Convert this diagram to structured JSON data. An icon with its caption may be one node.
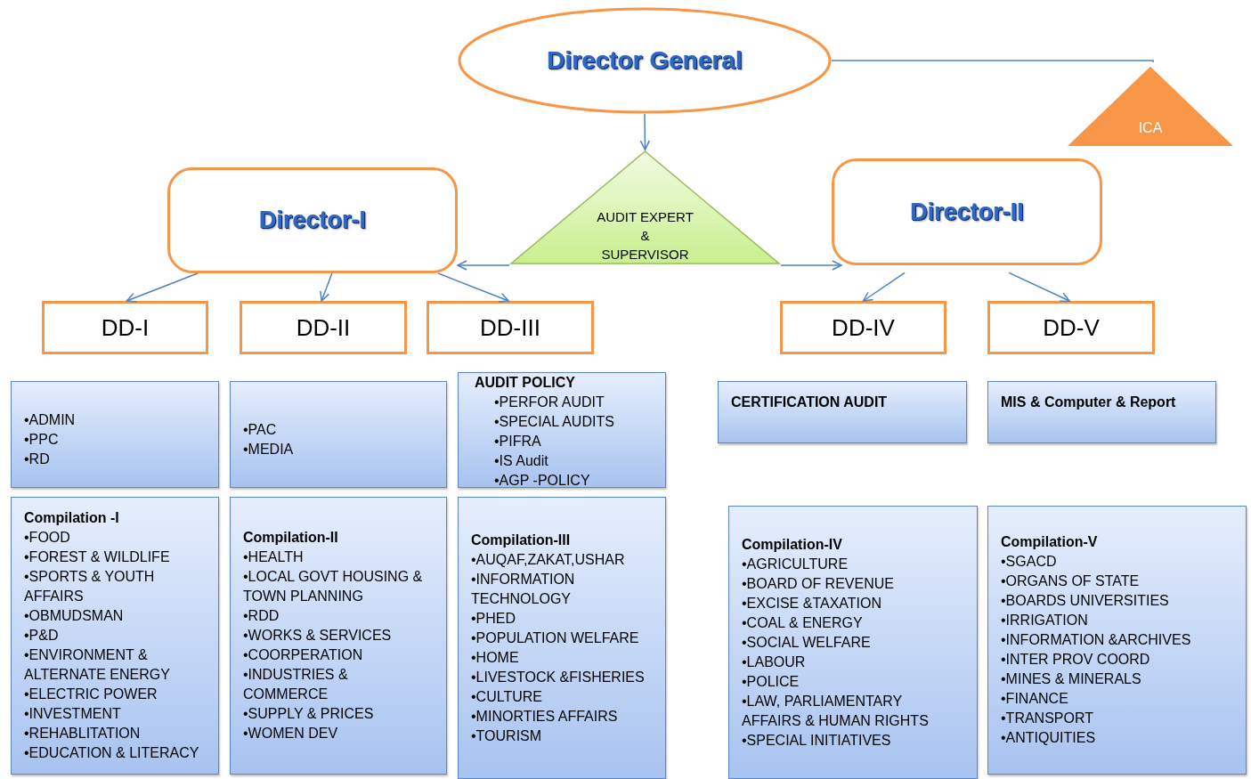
{
  "diagram": {
    "nodes": [
      {
        "text": [
          "Director General"
        ]
      },
      {
        "text": [
          "ICA"
        ]
      },
      {
        "text": [
          "AUDIT EXPERT & SUPERVISOR"
        ]
      },
      {
        "text": [
          "Director-I"
        ]
      },
      {
        "text": [
          "Director-II"
        ]
      },
      {
        "text": [
          "DD-I"
        ]
      },
      {
        "text": [
          "DD-II"
        ]
      },
      {
        "text": [
          "DD-III"
        ]
      },
      {
        "text": [
          "DD-IV"
        ]
      },
      {
        "text": [
          "DD-V"
        ]
      },
      {
        "text": [
          "•ADMIN",
          "•PPC",
          "•RD"
        ]
      },
      {
        "text": [
          "•PAC",
          "•MEDIA"
        ]
      },
      {
        "text": [
          "AUDIT  POLICY",
          "•PERFOR AUDIT",
          "•SPECIAL AUDITS",
          "•PIFRA",
          "•IS Audit",
          "•AGP -POLICY"
        ]
      },
      {
        "text": [
          "CERTIFICATION AUDIT"
        ]
      },
      {
        "text": [
          "MIS & Computer & Report"
        ]
      },
      {
        "text": [
          "Compilation -I",
          "•FOOD",
          "•FOREST & WILDLIFE",
          "•SPORTS & YOUTH AFFAIRS",
          "•OBMUDSMAN",
          "•P&D",
          "•ENVIRONMENT & ALTERNATE ENERGY",
          "•ELECTRIC POWER",
          "•INVESTMENT",
          "•REHABLITATION",
          "•EDUCATION & LITERACY"
        ]
      },
      {
        "text": [
          "Compilation-II",
          "•HEALTH",
          "•LOCAL GOVT HOUSING & TOWN PLANNING",
          "•RDD",
          "•WORKS & SERVICES",
          "•COORPERATION",
          "•INDUSTRIES & COMMERCE",
          "•SUPPLY & PRICES",
          "•WOMEN DEV"
        ]
      },
      {
        "text": [
          "Compilation-III",
          "•AUQAF,ZAKAT,USHAR",
          "•INFORMATION TECHNOLOGY",
          "•PHED",
          "•POPULATION WELFARE",
          "•HOME",
          "•LIVESTOCK &FISHERIES",
          "•CULTURE",
          "•MINORTIES AFFAIRS",
          "•TOURISM"
        ]
      },
      {
        "text": [
          "Compilation-IV",
          "•AGRICULTURE",
          "•BOARD OF REVENUE",
          "•EXCISE &TAXATION",
          "•COAL & ENERGY",
          "•SOCIAL WELFARE",
          "•LABOUR",
          "•POLICE",
          "•LAW, PARLIAMENTARY AFFAIRS & HUMAN RIGHTS",
          "•SPECIAL INITIATIVES"
        ]
      },
      {
        "text": [
          "Compilation-V",
          "•SGACD",
          "•ORGANS OF STATE",
          "•BOARDS UNIVERSITIES",
          "•IRRIGATION",
          "•INFORMATION &ARCHIVES",
          "•INTER PROV COORD",
          "•MINES & MINERALS",
          "•FINANCE",
          "•TRANSPORT",
          "•ANTIQUITIES"
        ]
      }
    ],
    "edges": [
      {
        "from": 0,
        "to": 2,
        "arrow": "to"
      },
      {
        "from": 0,
        "to": 1,
        "arrow": "none"
      },
      {
        "from": 2,
        "to": 3,
        "arrow": "to"
      },
      {
        "from": 2,
        "to": 4,
        "arrow": "to"
      },
      {
        "from": 3,
        "to": 5,
        "arrow": "to"
      },
      {
        "from": 3,
        "to": 6,
        "arrow": "to"
      },
      {
        "from": 3,
        "to": 7,
        "arrow": "to"
      },
      {
        "from": 4,
        "to": 8,
        "arrow": "to"
      },
      {
        "from": 4,
        "to": 9,
        "arrow": "to"
      }
    ]
  }
}
